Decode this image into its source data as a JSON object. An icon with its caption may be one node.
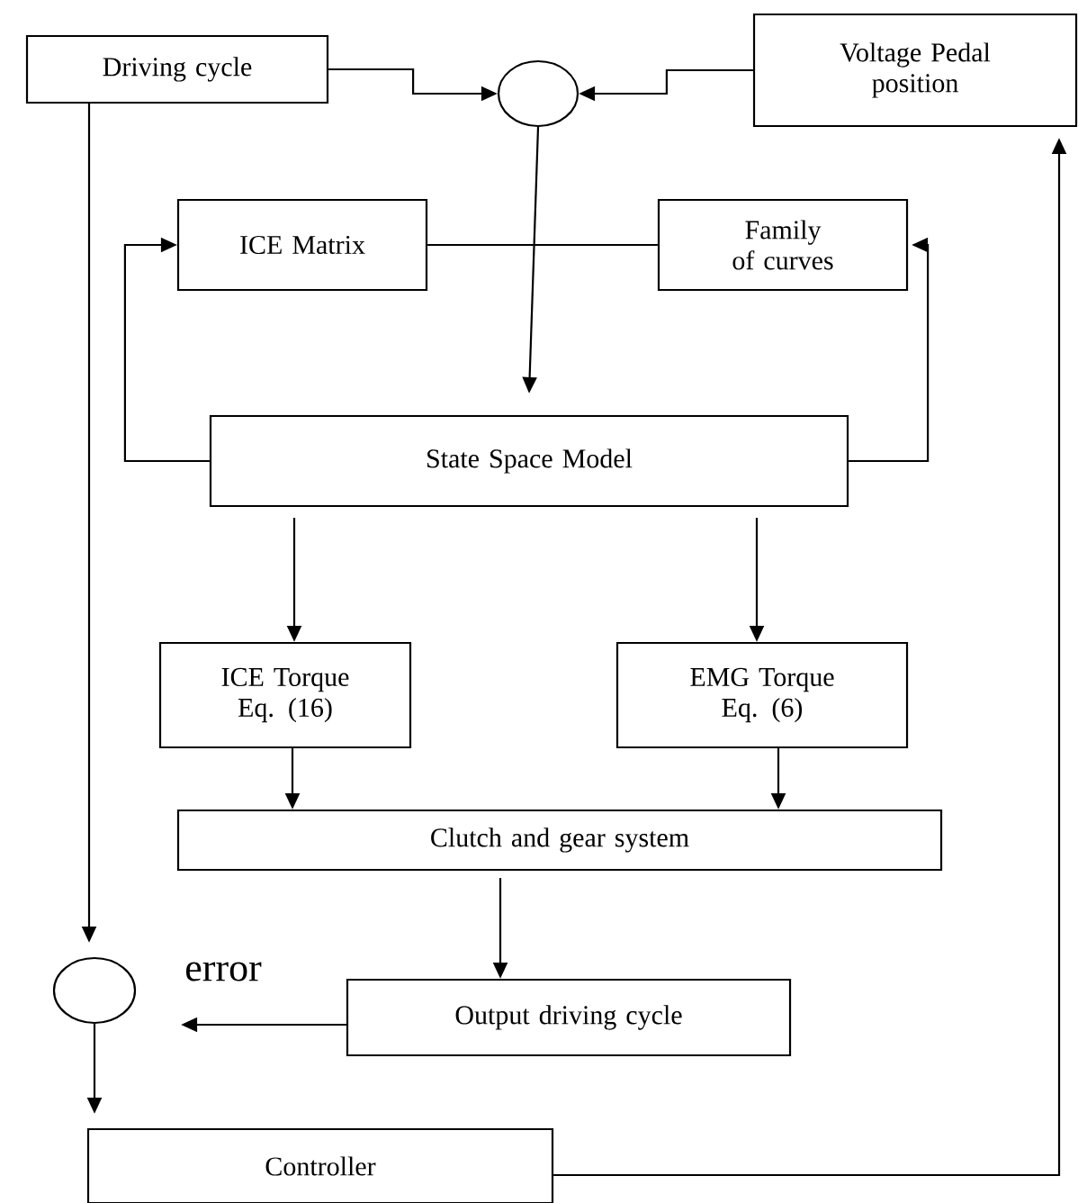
{
  "diagram": {
    "nodes": [
      {
        "text": [
          "Driving cycle"
        ]
      },
      {
        "text": [],
        "shape": "circle"
      },
      {
        "text": [
          "Voltage Pedal position"
        ]
      },
      {
        "text": [
          "ICE Matrix"
        ]
      },
      {
        "text": [
          "Family of curves"
        ]
      },
      {
        "text": [
          "State Space Model"
        ]
      },
      {
        "text": [
          "ICE Torque Eq. (16)"
        ]
      },
      {
        "text": [
          "EMG Torque Eq. (6)"
        ]
      },
      {
        "text": [
          "Clutch and gear system"
        ]
      },
      {
        "text": [],
        "shape": "circle"
      },
      {
        "text": [
          "Output driving cycle"
        ]
      },
      {
        "text": [
          "Controller"
        ]
      }
    ],
    "edges": [
      {
        "from": 0,
        "to": 1,
        "arrow": "to"
      },
      {
        "from": 2,
        "to": 1,
        "arrow": "to"
      },
      {
        "from": 1,
        "to": 5,
        "arrow": "to"
      },
      {
        "from": 5,
        "to": 3,
        "arrow": "to"
      },
      {
        "from": 5,
        "to": 4,
        "arrow": "to"
      },
      {
        "from": 3,
        "to": 4,
        "arrow": "none"
      },
      {
        "from": 5,
        "to": 6,
        "arrow": "to"
      },
      {
        "from": 5,
        "to": 7,
        "arrow": "to"
      },
      {
        "from": 6,
        "to": 8,
        "arrow": "to"
      },
      {
        "from": 7,
        "to": 8,
        "arrow": "to"
      },
      {
        "from": 0,
        "to": 9,
        "arrow": "to"
      },
      {
        "from": 8,
        "to": 10,
        "arrow": "to"
      },
      {
        "from": 10,
        "to": 9,
        "arrow": "to",
        "label": "error"
      },
      {
        "from": 9,
        "to": 11,
        "arrow": "to"
      },
      {
        "from": 11,
        "to": 2,
        "arrow": "to"
      }
    ]
  }
}
